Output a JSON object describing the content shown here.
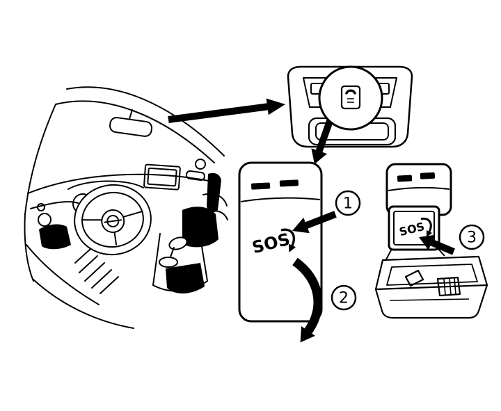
{
  "diagram": {
    "sos_label_main": "SOS",
    "sos_label_open": "SOS",
    "steps": [
      {
        "number": "1"
      },
      {
        "number": "2"
      },
      {
        "number": "3"
      }
    ],
    "icons": {
      "magnified_button": "sos-phone-icon",
      "step_pointer": "solid-black-arrow-icon",
      "cover_swing": "curved-black-arrow-icon",
      "sos_rotate": "small-curved-arrow-icon"
    },
    "colors": {
      "line": "#000000",
      "arrow_fill": "#000000",
      "background": "#ffffff"
    }
  }
}
